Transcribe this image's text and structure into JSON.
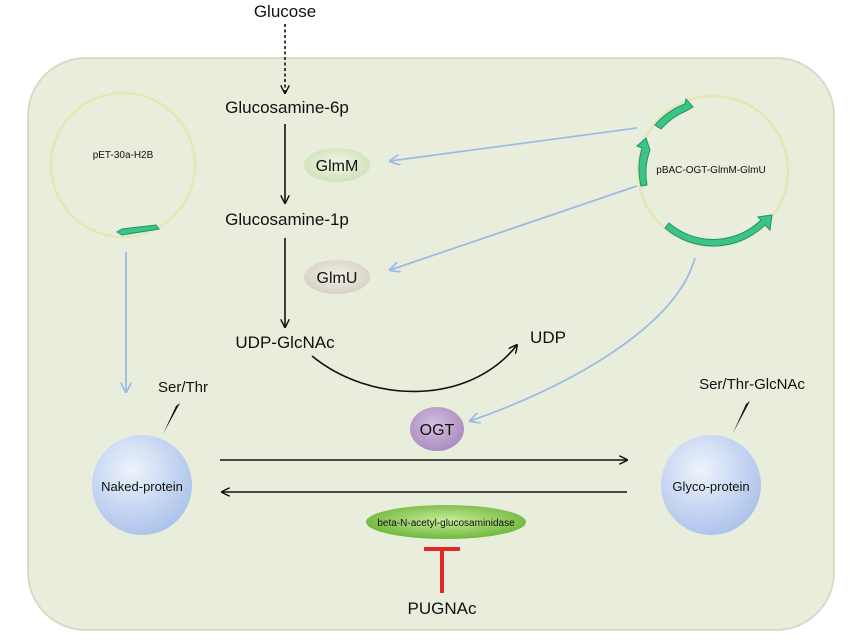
{
  "metabolites": {
    "glucose": "Glucose",
    "glucosamine_6p": "Glucosamine-6p",
    "glucosamine_1p": "Glucosamine-1p",
    "udp_glcnac": "UDP-GlcNAc",
    "udp": "UDP"
  },
  "enzymes": {
    "glmm": "GlmM",
    "glmu": "GlmU",
    "ogt": "OGT",
    "hexosaminidase": "beta-N-acetyl-glucosaminidase"
  },
  "plasmids": {
    "left": "pET-30a-H2B",
    "right": "pBAC-OGT-GlmM-GlmU"
  },
  "proteins": {
    "naked": "Naked-protein",
    "glyco": "Glyco-protein",
    "naked_site": "Ser/Thr",
    "glyco_site": "Ser/Thr-GlcNAc"
  },
  "inhibitor": "PUGNAc",
  "colors": {
    "cell_fill": "#e8eedb",
    "cell_border": "#d6dcc6",
    "plasmid_ring": "#e4e6b4",
    "gene_arrow": "#3cc389",
    "regulation_arrow": "#9bbbe6",
    "glmm_fill": "#d8e8c4",
    "glmu_fill": "#dedbd0",
    "ogt_fill": "#b79ac9",
    "protein_fill": "#b8cdef",
    "hexosaminidase_fill": "#7cc448",
    "inhibition": "#e02a2a"
  }
}
